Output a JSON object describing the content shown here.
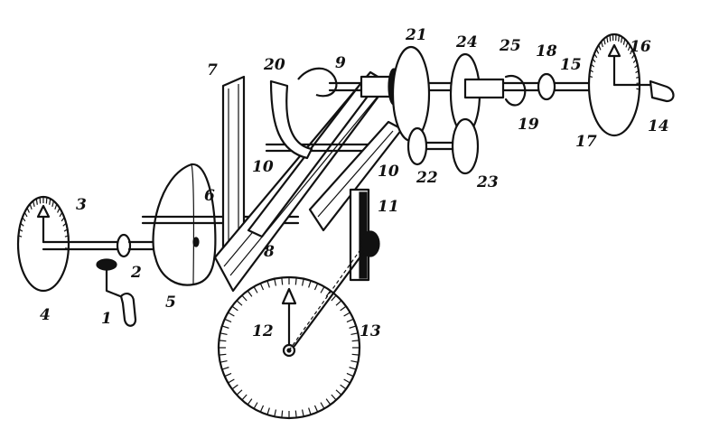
{
  "labels": {
    "n1": "1",
    "n2": "2",
    "n3": "3",
    "n4": "4",
    "n5": "5",
    "n6": "6",
    "n7": "7",
    "n8": "8",
    "n9": "9",
    "n10a": "10",
    "n10b": "10",
    "n11": "11",
    "n12": "12",
    "n13": "13",
    "n14": "14",
    "n15": "15",
    "n16": "16",
    "n17": "17",
    "n18": "18",
    "n19": "19",
    "n20": "20",
    "n21": "21",
    "n22": "22",
    "n23": "23",
    "n24": "24",
    "n25": "25"
  }
}
